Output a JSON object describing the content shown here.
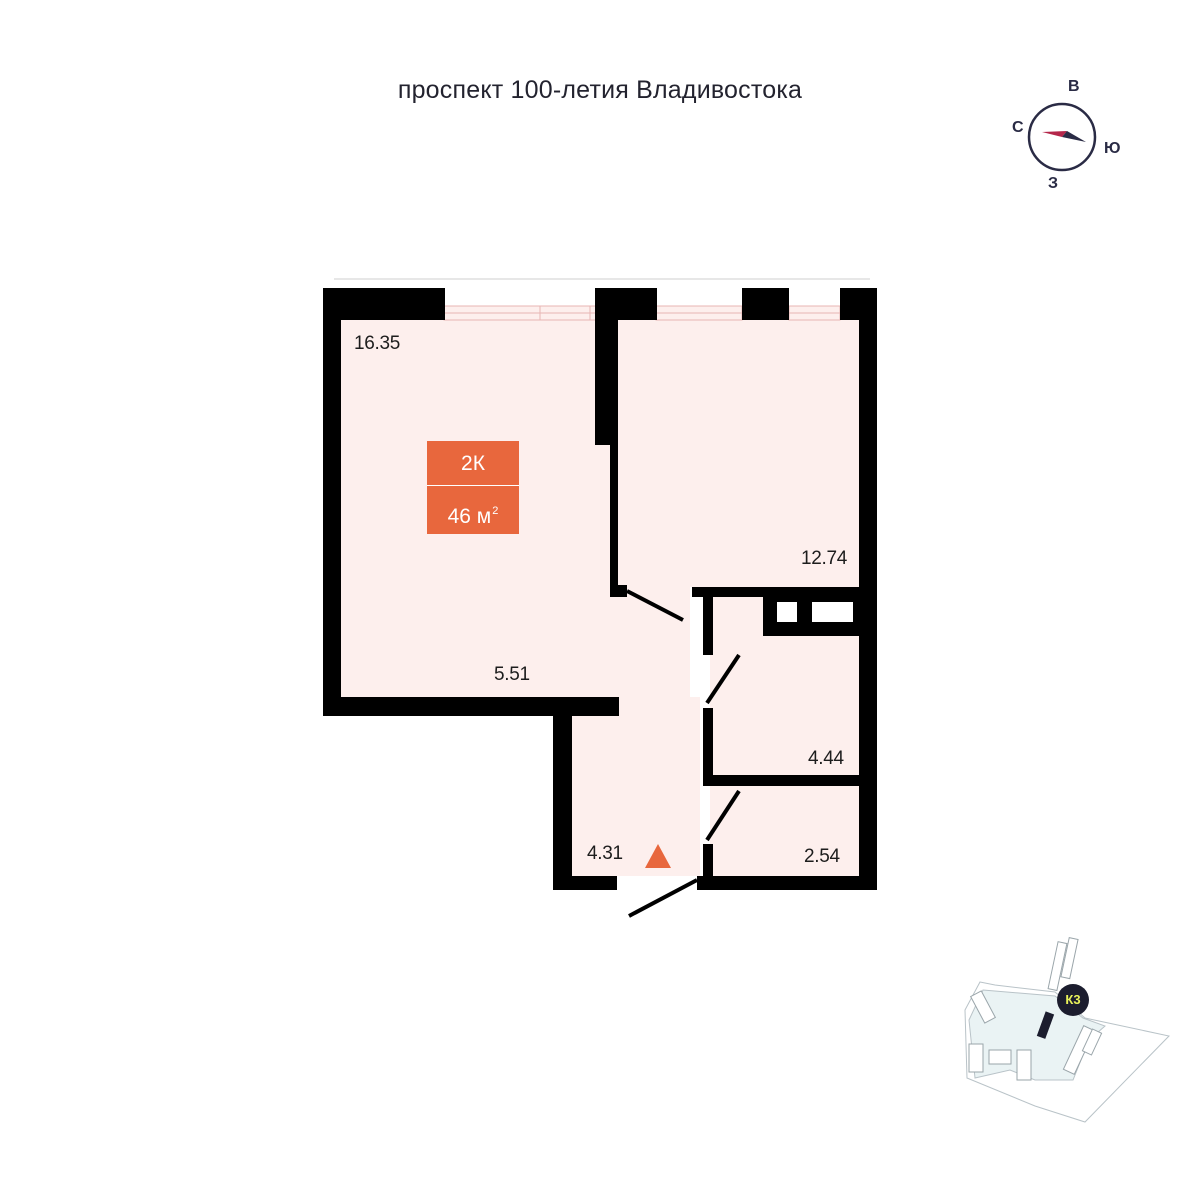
{
  "street": "проспект 100-летия Владивостока",
  "compass": {
    "north": "С",
    "east": "В",
    "south": "Ю",
    "west": "З",
    "needle_color": "#b4264a",
    "needle_dark_color": "#2a2b45"
  },
  "apartment": {
    "type": "2К",
    "area_value": "46 м",
    "area_unit_sup": "2"
  },
  "rooms": [
    {
      "id": "living",
      "area": "16.35"
    },
    {
      "id": "bedroom",
      "area": "12.74"
    },
    {
      "id": "kitchen",
      "area": "5.51"
    },
    {
      "id": "hall",
      "area": "4.31"
    },
    {
      "id": "bathroom",
      "area": "4.44"
    },
    {
      "id": "toilet",
      "area": "2.54"
    }
  ],
  "site_map": {
    "block_label": "К3",
    "label_text_color": "#e9f25a"
  },
  "colors": {
    "wall": "#000000",
    "floor": "#fdefed",
    "accent": "#e8673d"
  },
  "icons": {
    "entry": "entry-triangle-icon",
    "compass": "compass-rose-icon"
  }
}
